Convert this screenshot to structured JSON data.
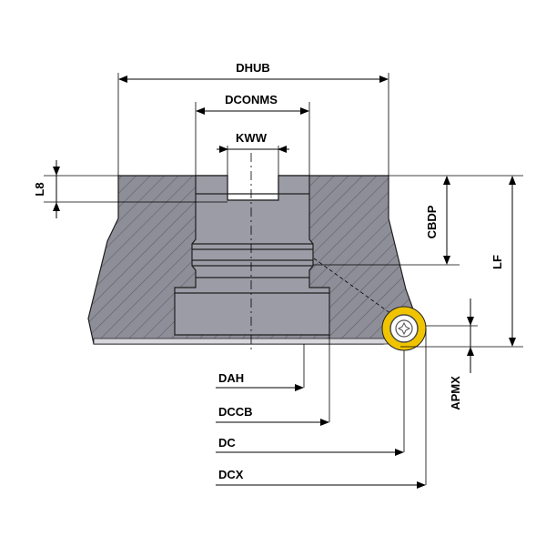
{
  "labels": {
    "dhub": "DHUB",
    "dconms": "DCONMS",
    "kww": "KWW",
    "l8": "L8",
    "cbdp": "CBDP",
    "lf": "LF",
    "apmx": "APMX",
    "dah": "DAH",
    "dccb": "DCCB",
    "dc": "DC",
    "dcx": "DCX"
  },
  "colors": {
    "body": "#8e8e99",
    "hatch": "#5b5b66",
    "bore": "#9c9ca7",
    "insert": "#f0c400",
    "insert_ring": "#4a4a4a",
    "outline": "#1f1f1f"
  },
  "icons": {
    "insert_screw": "torx-screw-icon"
  }
}
